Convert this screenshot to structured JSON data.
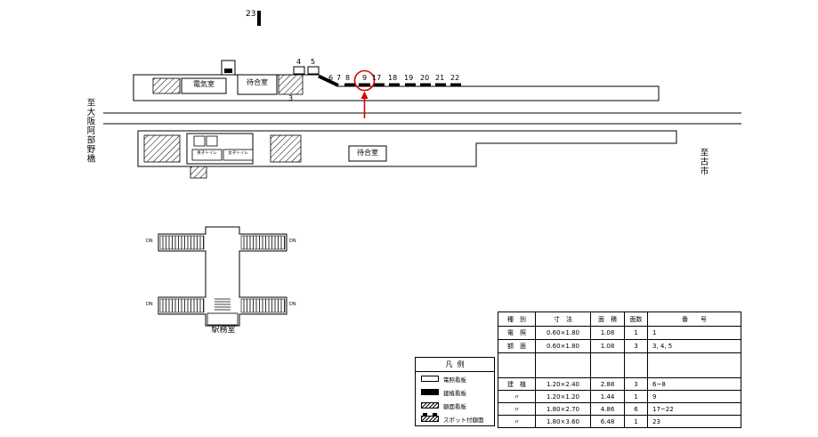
{
  "colors": {
    "line": "#000000",
    "highlight": "#d90000",
    "bg": "#ffffff"
  },
  "top_sign": {
    "number": "23"
  },
  "directions": {
    "left": "至大阪阿部野橋",
    "right": "至古市"
  },
  "platform1": {
    "electric_room": "電気室",
    "waiting_room": "待合室",
    "stair_sign": "3",
    "upper_signs": [
      "4",
      "5"
    ],
    "edge_signs": [
      "6",
      "7",
      "8",
      "9",
      "17",
      "18",
      "19",
      "20",
      "21",
      "22"
    ],
    "highlighted": "9"
  },
  "platform2": {
    "waiting_room": "待合室",
    "toilets": [
      "男子トイレ",
      "女子トイレ"
    ]
  },
  "concourse": {
    "office": "駅務室",
    "stairs": [
      "DN",
      "DN",
      "DN",
      "DN"
    ]
  },
  "legend": {
    "title": "凡例",
    "items": [
      {
        "label": "電照看板"
      },
      {
        "label": "建植看板"
      },
      {
        "label": "額面看板"
      },
      {
        "label": "スポット付額面"
      }
    ]
  },
  "table": {
    "headers": [
      "種　別",
      "寸　法",
      "面　積",
      "面数",
      "番　　号"
    ],
    "rows": [
      [
        "電　照",
        "0.60×1.80",
        "1.08",
        "1",
        "1"
      ],
      [
        "額　面",
        "0.60×1.80",
        "1.08",
        "3",
        "3, 4, 5"
      ],
      [
        "",
        "",
        "",
        "",
        ""
      ],
      [
        "建　植",
        "1.20×2.40",
        "2.88",
        "3",
        "6~8"
      ],
      [
        "〃",
        "1.20×1.20",
        "1.44",
        "1",
        "9"
      ],
      [
        "〃",
        "1.80×2.70",
        "4.86",
        "6",
        "17~22"
      ],
      [
        "〃",
        "1.80×3.60",
        "6.48",
        "1",
        "23"
      ]
    ]
  }
}
